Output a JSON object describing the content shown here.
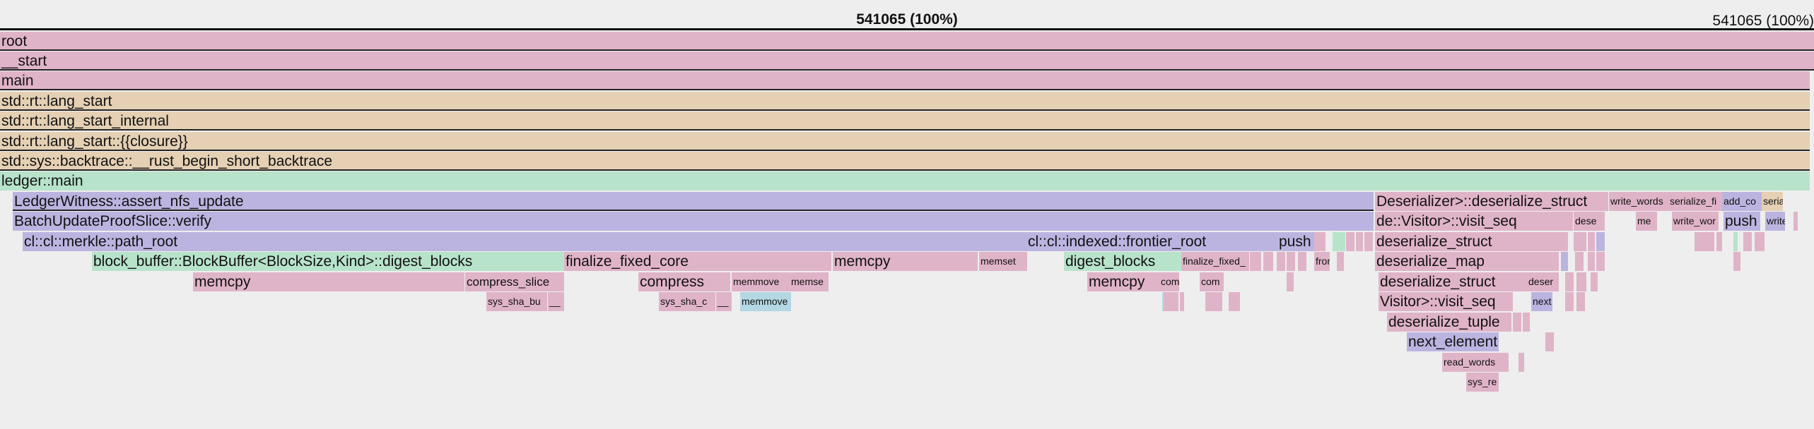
{
  "header": {
    "total_center": "541065 (100%)",
    "total_right": "541065 (100%)"
  },
  "colors": {
    "pink": "#e0b4c8",
    "tan": "#e5d0b4",
    "green": "#b8e3cb",
    "purple": "#bcb4e0",
    "blue": "#b4d8e3",
    "background": "#eeeeee"
  },
  "frames": [
    {
      "label": "root",
      "color": "pink"
    },
    {
      "label": "__start",
      "color": "pink"
    },
    {
      "label": "main",
      "color": "pink"
    },
    {
      "label": "std::rt::lang_start",
      "color": "tan"
    },
    {
      "label": "std::rt::lang_start_internal",
      "color": "tan"
    },
    {
      "label": "std::rt::lang_start::{{closure}}",
      "color": "tan"
    },
    {
      "label": "std::sys::backtrace::__rust_begin_short_backtrace",
      "color": "tan"
    },
    {
      "label": "ledger::main",
      "color": "green"
    },
    {
      "label": "LedgerWitness::assert_nfs_update",
      "color": "purple"
    },
    {
      "label": "BatchUpdateProofSlice::verify",
      "color": "purple"
    },
    {
      "label": "cl::cl::merkle::path_root",
      "color": "purple"
    },
    {
      "label": "block_buffer::BlockBuffer<BlockSize,Kind>::digest_blocks",
      "color": "green"
    },
    {
      "label": "memcpy",
      "color": "pink"
    },
    {
      "label": "compress_slice",
      "color": "pink"
    },
    {
      "label": "sys_sha_bu",
      "color": "pink"
    },
    {
      "label": "__",
      "color": "pink"
    },
    {
      "label": "finalize_fixed_core",
      "color": "pink"
    },
    {
      "label": "compress",
      "color": "pink"
    },
    {
      "label": "sys_sha_c",
      "color": "pink"
    },
    {
      "label": "__",
      "color": "pink"
    },
    {
      "label": "memmove",
      "color": "pink"
    },
    {
      "label": "memmove",
      "color": "blue"
    },
    {
      "label": "memse",
      "color": "pink"
    },
    {
      "label": "memcpy",
      "color": "pink"
    },
    {
      "label": "memset",
      "color": "pink"
    },
    {
      "label": "cl::cl::indexed::frontier_root",
      "color": "purple"
    },
    {
      "label": "digest_blocks",
      "color": "green"
    },
    {
      "label": "memcpy",
      "color": "pink"
    },
    {
      "label": "comp",
      "color": "pink"
    },
    {
      "label": "finalize_fixed_",
      "color": "pink"
    },
    {
      "label": "com",
      "color": "pink"
    },
    {
      "label": "push",
      "color": "purple"
    },
    {
      "label": "fron",
      "color": "pink"
    },
    {
      "label": "Deserializer>::deserialize_struct",
      "color": "pink"
    },
    {
      "label": "de::Visitor>::visit_seq",
      "color": "pink"
    },
    {
      "label": "dese",
      "color": "pink"
    },
    {
      "label": "deserialize_struct",
      "color": "pink"
    },
    {
      "label": "deserialize_map",
      "color": "pink"
    },
    {
      "label": "deserialize_struct",
      "color": "pink"
    },
    {
      "label": "deser",
      "color": "pink"
    },
    {
      "label": "Visitor>::visit_seq",
      "color": "pink"
    },
    {
      "label": "next",
      "color": "purple"
    },
    {
      "label": "deserialize_tuple",
      "color": "pink"
    },
    {
      "label": "next_element",
      "color": "purple"
    },
    {
      "label": "read_words",
      "color": "pink"
    },
    {
      "label": "sys_re",
      "color": "pink"
    },
    {
      "label": "write_words",
      "color": "pink"
    },
    {
      "label": "me",
      "color": "pink"
    },
    {
      "label": "serialize_fi",
      "color": "pink"
    },
    {
      "label": "write_wor",
      "color": "pink"
    },
    {
      "label": "add_co",
      "color": "purple"
    },
    {
      "label": "push",
      "color": "purple"
    },
    {
      "label": "seria",
      "color": "tan"
    },
    {
      "label": "write",
      "color": "purple"
    },
    {
      "label": "",
      "color": "pink"
    },
    {
      "label": "",
      "color": "pink"
    },
    {
      "label": "",
      "color": "pink"
    },
    {
      "label": "",
      "color": "pink"
    },
    {
      "label": "",
      "color": "pink"
    },
    {
      "label": "",
      "color": "green"
    },
    {
      "label": "",
      "color": "pink"
    },
    {
      "label": "",
      "color": "pink"
    },
    {
      "label": "",
      "color": "pink"
    },
    {
      "label": "",
      "color": "pink"
    },
    {
      "label": "",
      "color": "pink"
    },
    {
      "label": "",
      "color": "pink"
    },
    {
      "label": "",
      "color": "pink"
    },
    {
      "label": "",
      "color": "pink"
    },
    {
      "label": "",
      "color": "pink"
    },
    {
      "label": "",
      "color": "purple"
    },
    {
      "label": "",
      "color": "pink"
    },
    {
      "label": "",
      "color": "pink"
    },
    {
      "label": "",
      "color": "purple"
    },
    {
      "label": "",
      "color": "pink"
    },
    {
      "label": "",
      "color": "pink"
    },
    {
      "label": "",
      "color": "pink"
    },
    {
      "label": "",
      "color": "pink"
    },
    {
      "label": "",
      "color": "pink"
    },
    {
      "label": "",
      "color": "pink"
    },
    {
      "label": "",
      "color": "pink"
    },
    {
      "label": "",
      "color": "pink"
    },
    {
      "label": "",
      "color": "pink"
    },
    {
      "label": "",
      "color": "pink"
    },
    {
      "label": "",
      "color": "pink"
    },
    {
      "label": "",
      "color": "pink"
    },
    {
      "label": "",
      "color": "pink"
    },
    {
      "label": "",
      "color": "green"
    },
    {
      "label": "",
      "color": "pink"
    },
    {
      "label": "",
      "color": "pink"
    },
    {
      "label": "",
      "color": "pink"
    },
    {
      "label": "",
      "color": "pink"
    },
    {
      "label": "",
      "color": "pink"
    },
    {
      "label": "",
      "color": "pink"
    },
    {
      "label": "",
      "color": "pink"
    },
    {
      "label": "",
      "color": "blue"
    },
    {
      "label": "",
      "color": "pink"
    }
  ]
}
